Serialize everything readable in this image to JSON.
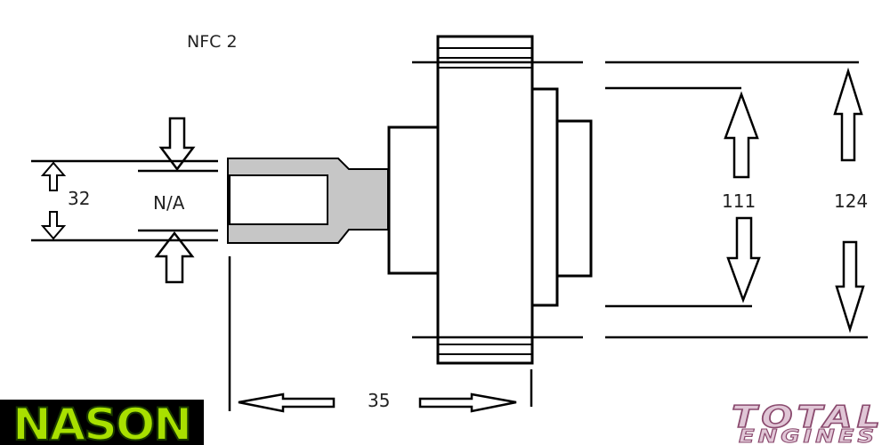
{
  "title": "NFC 2",
  "dimensions": {
    "inner_diameter": "32",
    "inner_note": "N/A",
    "length": "35",
    "outer_diameter_1": "111",
    "outer_diameter_2": "124"
  },
  "logos": {
    "left": "NASON",
    "right_top": "TOTAL",
    "right_bottom": "ENGINES"
  },
  "colors": {
    "line": "#000000",
    "shaded": "#c6c6c6",
    "nason_green": "#a8e000",
    "total_pink": "#e0c6d6"
  }
}
